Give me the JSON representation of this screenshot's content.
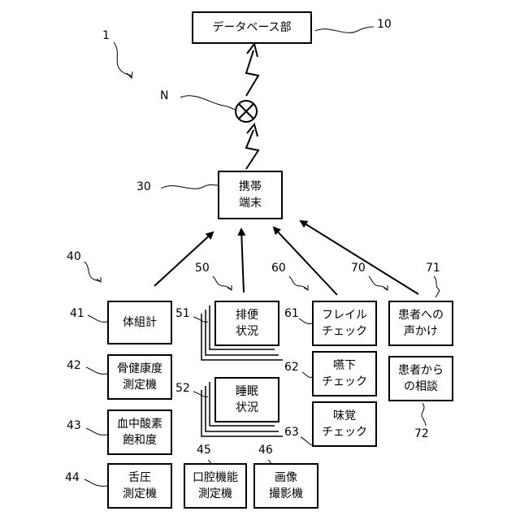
{
  "system_ref": "1",
  "network_ref": "N",
  "database": {
    "label": "データベース部",
    "ref": "10"
  },
  "terminal": {
    "label": "携帯\n端末",
    "ref": "30"
  },
  "group_refs": {
    "g40": "40",
    "g50": "50",
    "g60": "60",
    "g70": "70"
  },
  "devices_40": [
    {
      "label": "体組計",
      "ref": "41"
    },
    {
      "label": "骨健康度\n測定機",
      "ref": "42"
    },
    {
      "label": "血中酸素\n飽和度",
      "ref": "43"
    },
    {
      "label": "舌圧\n測定機",
      "ref": "44"
    },
    {
      "label": "口腔機能\n測定機",
      "ref": "45"
    },
    {
      "label": "画像\n撮影機",
      "ref": "46"
    }
  ],
  "status_50": [
    {
      "label": "排便\n状況",
      "ref": "51"
    },
    {
      "label": "睡眠\n状況",
      "ref": "52"
    }
  ],
  "checks_60": [
    {
      "label": "フレイル\nチェック",
      "ref": "61"
    },
    {
      "label": "嚥下\nチェック",
      "ref": "62"
    },
    {
      "label": "味覚\nチェック",
      "ref": "63"
    }
  ],
  "comms_70": [
    {
      "label": "患者への\n声かけ",
      "ref": "71"
    },
    {
      "label": "患者から\nの相談",
      "ref": "72"
    }
  ]
}
